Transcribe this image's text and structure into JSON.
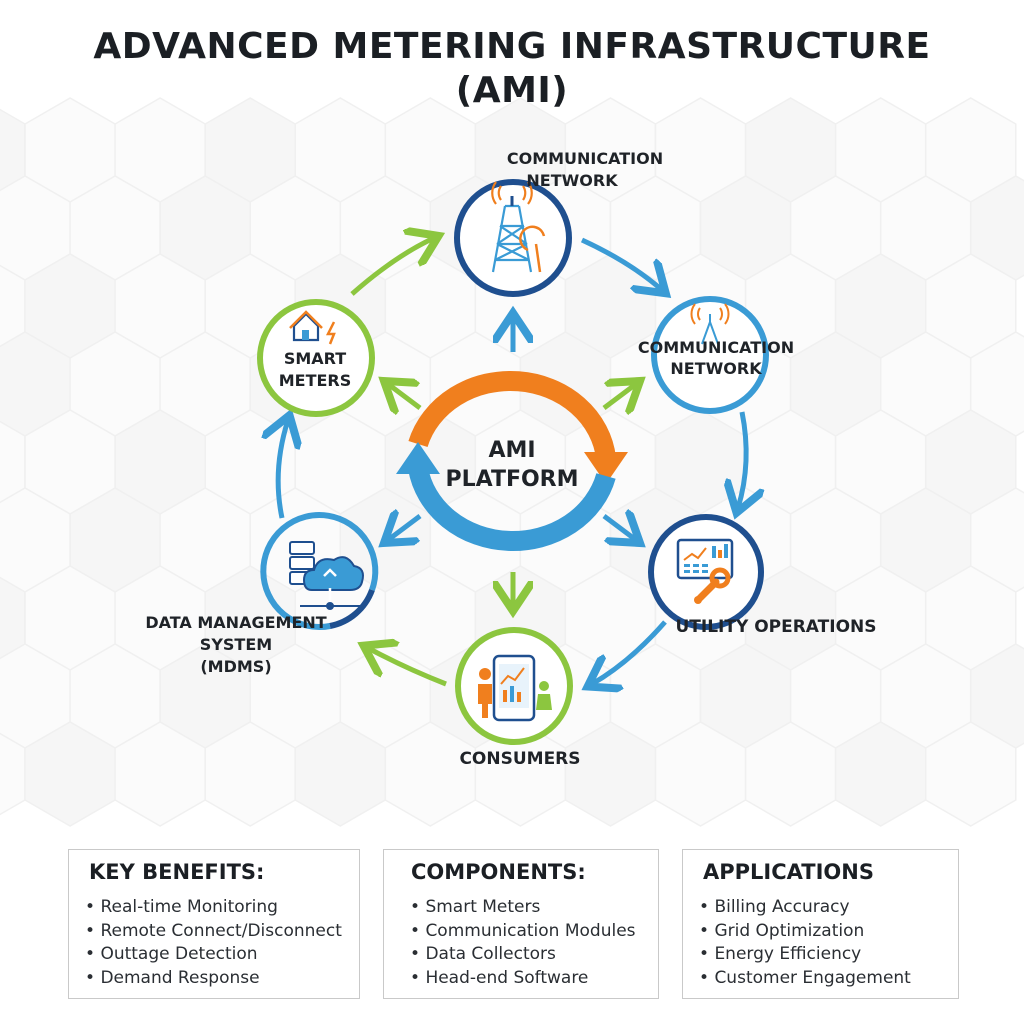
{
  "title": {
    "line1": "ADVANCED METERING INFRASTRUCTURE",
    "line2": "(AMI)"
  },
  "center": {
    "line1": "AMI",
    "line2": "PLATFORM"
  },
  "nodes": {
    "comm_top": {
      "line1": "COMMUNICATION",
      "line2": "NETWORK",
      "icon": "cell-tower-icon"
    },
    "comm_right": {
      "line1": "COMMUNICATION",
      "line2": "NETWORK",
      "icon": "antenna-icon"
    },
    "utility": {
      "line1": "UTILITY OPERATIONS",
      "icon": "dashboard-wrench-icon"
    },
    "consumers": {
      "line1": "CONSUMERS",
      "icon": "phone-family-icon"
    },
    "mdms": {
      "line1": "DATA MANAGEMENT",
      "line2": "SYSTEM",
      "line3": "(MDMS)",
      "icon": "server-cloud-icon"
    },
    "smart_meters": {
      "line1": "SMART",
      "line2": "METERS",
      "icon": "house-bolt-icon"
    }
  },
  "boxes": [
    {
      "heading": "KEY BENEFITS:",
      "items": [
        "Real-time Monitoring",
        "Remote Connect/Disconnect",
        "Outtage Detection",
        "Demand Response"
      ]
    },
    {
      "heading": "COMPONENTS:",
      "items": [
        "Smart Meters",
        "Communication Modules",
        "Data Collectors",
        "Head-end Software"
      ]
    },
    {
      "heading": "APPLICATIONS",
      "items": [
        "Billing Accuracy",
        "Grid Optimization",
        "Energy Efficiency",
        "Customer Engagement"
      ]
    }
  ],
  "colors": {
    "blue": "#3a9bd5",
    "navy": "#1f4f8f",
    "green": "#8cc63f",
    "orange": "#f07f1e"
  }
}
